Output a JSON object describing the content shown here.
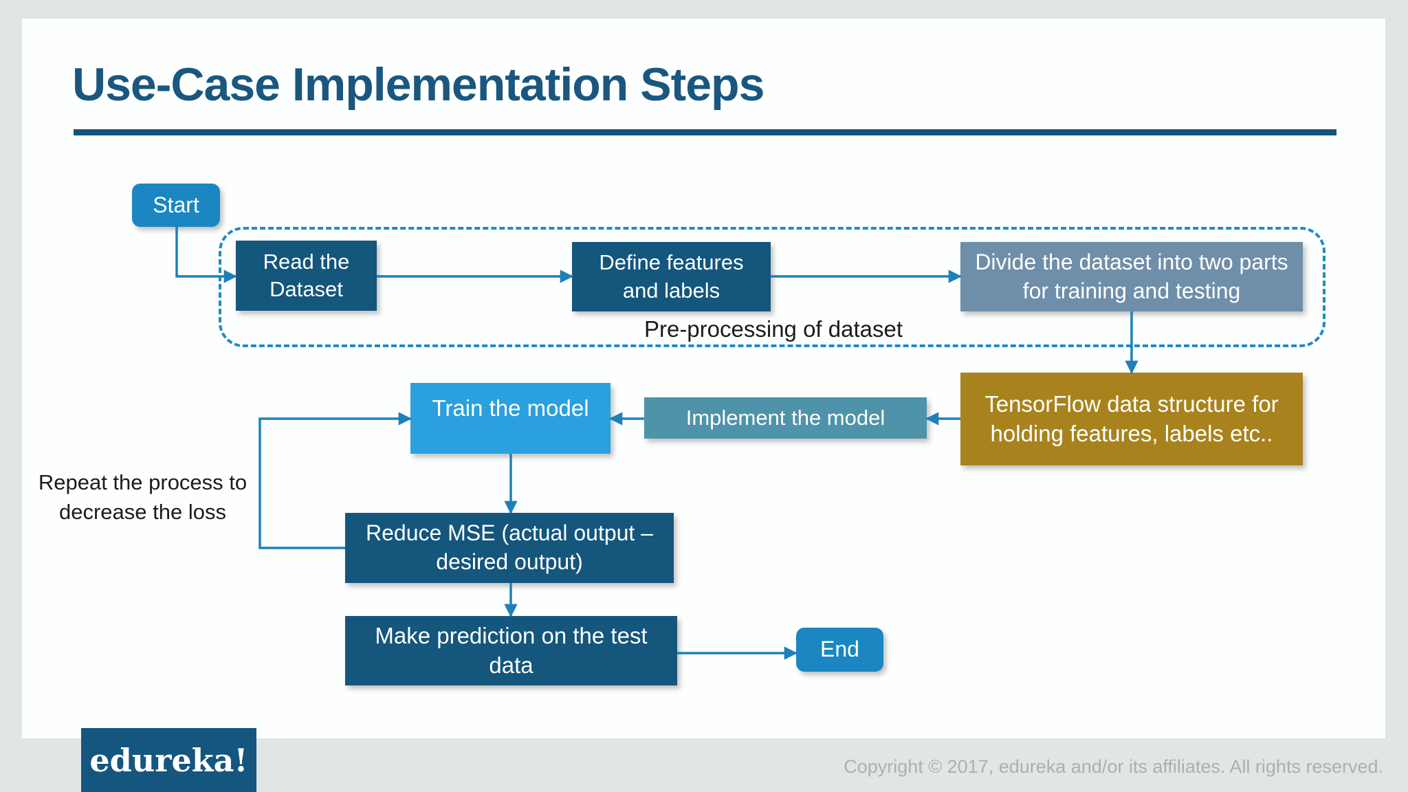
{
  "title": "Use-Case Implementation Steps",
  "flowchart": {
    "start_label": "Start",
    "end_label": "End",
    "preprocessing_group_label": "Pre-processing of dataset",
    "repeat_note": "Repeat the process to decrease the loss",
    "nodes": {
      "read_dataset": "Read the Dataset",
      "define_features": "Define features and labels",
      "divide_dataset": "Divide the dataset into two parts for training and testing",
      "tensorflow_structure": "TensorFlow data structure for holding features, labels etc..",
      "implement_model": "Implement the model",
      "train_model": "Train the model",
      "reduce_mse": "Reduce MSE (actual output – desired output)",
      "make_prediction": "Make prediction on the test data"
    },
    "colors": {
      "dark_node": "#14567c",
      "steel_node": "#6f8ea9",
      "gold_node": "#a8831d",
      "teal_node": "#4e93a9",
      "light_blue_node": "#2aa0de",
      "terminal_node": "#1b86c1",
      "arrow": "#1d80b9",
      "dashed_border": "#1f8ac5",
      "title_text": "#19577f",
      "background": "#e1e5e3"
    }
  },
  "footer": {
    "logo_text": "edureka!",
    "copyright": "Copyright © 2017, edureka and/or its affiliates. All rights reserved."
  }
}
